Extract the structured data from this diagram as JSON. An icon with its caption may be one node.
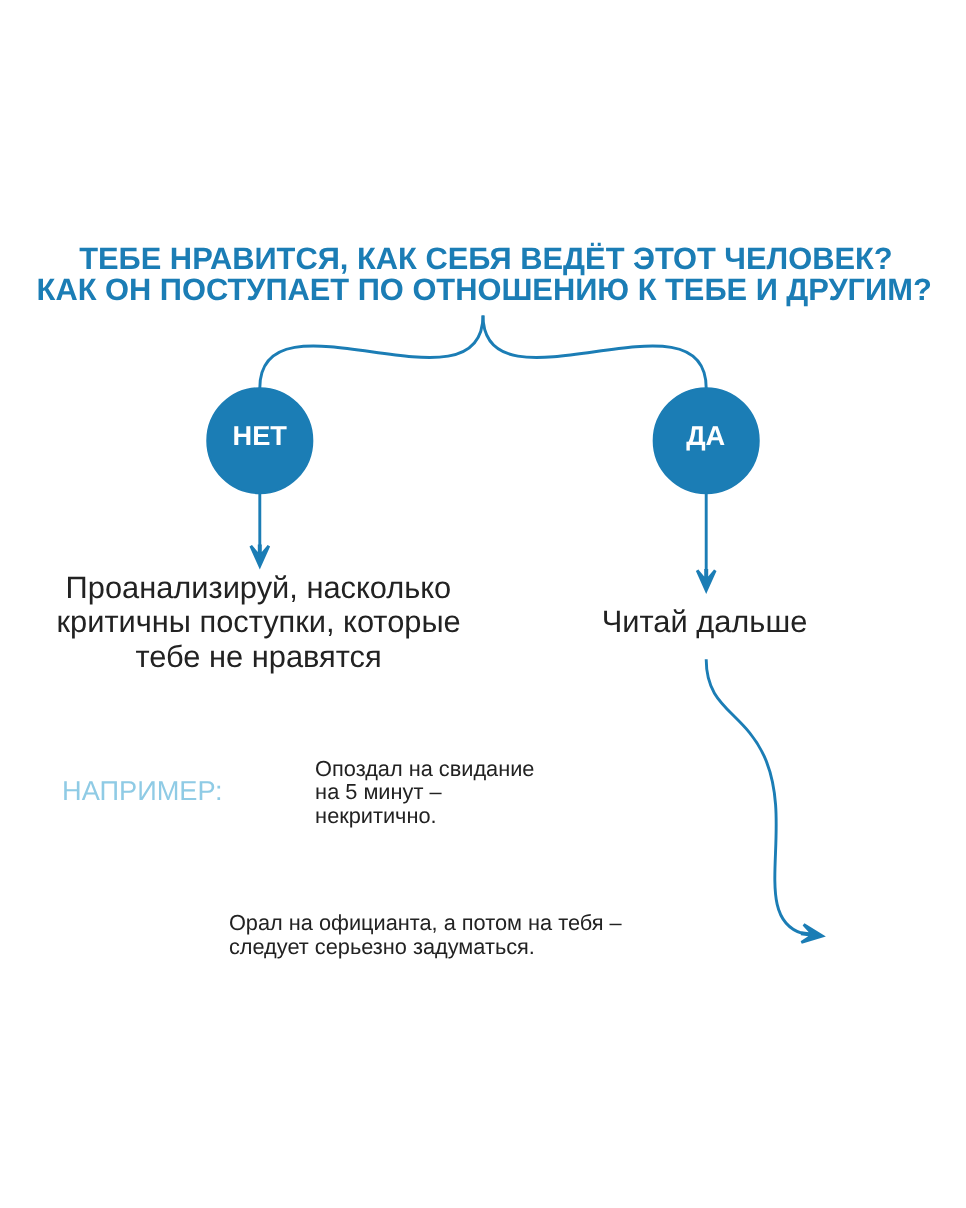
{
  "diagram": {
    "nodes": [
      {
        "text": [
          "ТЕБЕ НРАВИТСЯ, КАК СЕБЯ ВЕДЁТ ЭТОТ ЧЕЛОВЕК? КАК ОН ПОСТУПАЕТ ПО ОТНОШЕНИЮ К ТЕБЕ И ДРУГИМ?"
        ]
      },
      {
        "text": [
          "НЕТ"
        ]
      },
      {
        "text": [
          "ДА"
        ]
      },
      {
        "text": [
          "Проанализируй, насколько критичны поступки, которые тебе не нравятся"
        ]
      },
      {
        "text": [
          "Читай дальше"
        ]
      }
    ],
    "edges": [
      {
        "from": 0,
        "to": 1,
        "arrow": "none"
      },
      {
        "from": 0,
        "to": 2,
        "arrow": "none"
      },
      {
        "from": 1,
        "to": 3,
        "arrow": "to"
      },
      {
        "from": 2,
        "to": 4,
        "arrow": "to"
      },
      {
        "from": 4,
        "to": null,
        "arrow": "to"
      }
    ],
    "labels": [
      "НАПРИМЕР:",
      "Опоздал на свидание на 5 минут – некритично.",
      "Орал на официанта, а потом на тебя – следует серьезно задуматься."
    ]
  }
}
